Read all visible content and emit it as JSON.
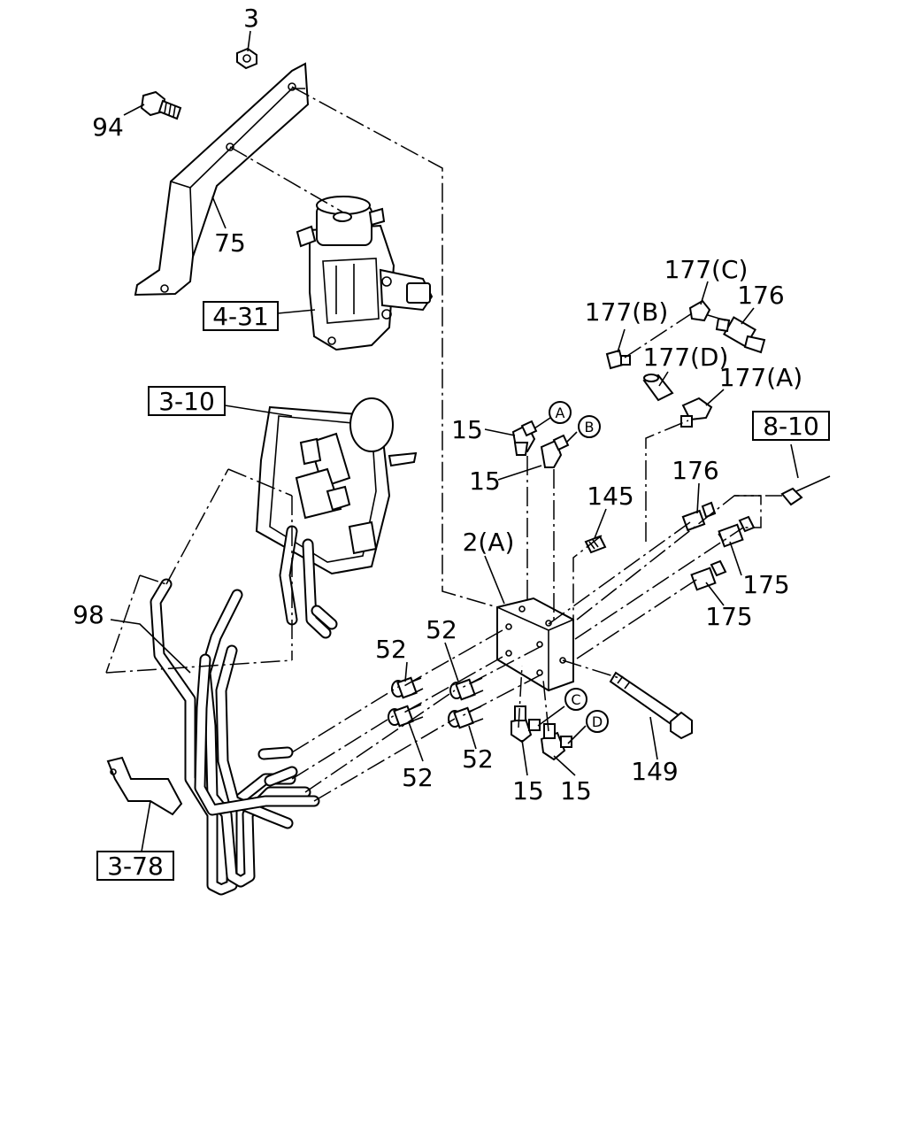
{
  "callouts": {
    "c3": "3",
    "c94": "94",
    "c75": "75",
    "c177c": "177(C)",
    "c176a": "176",
    "c177b": "177(B)",
    "c177d": "177(D)",
    "c177a": "177(A)",
    "c15a": "15",
    "c15b": "15",
    "c145": "145",
    "c176b": "176",
    "c2a": "2(A)",
    "c175a": "175",
    "c175b": "175",
    "c98": "98",
    "c52a": "52",
    "c52b": "52",
    "c52c": "52",
    "c52d": "52",
    "c15c": "15",
    "c15d": "15",
    "c149": "149"
  },
  "references": {
    "r431": "4-31",
    "r310": "3-10",
    "r810": "8-10",
    "r378": "3-78"
  },
  "connectors": {
    "A": "A",
    "B": "B",
    "C": "C",
    "D": "D"
  }
}
